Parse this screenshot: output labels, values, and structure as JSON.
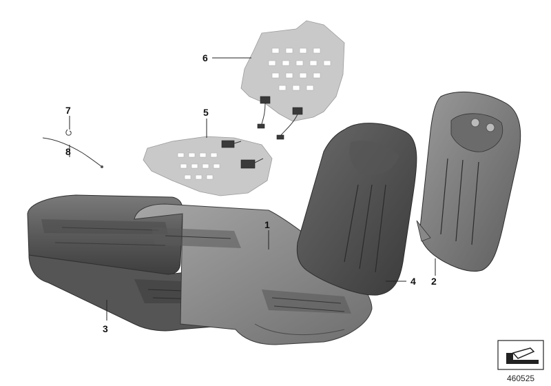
{
  "callouts": [
    {
      "id": "1",
      "label": "1"
    },
    {
      "id": "2",
      "label": "2"
    },
    {
      "id": "3",
      "label": "3"
    },
    {
      "id": "4",
      "label": "4"
    },
    {
      "id": "5",
      "label": "5"
    },
    {
      "id": "6",
      "label": "6"
    },
    {
      "id": "7",
      "label": "7"
    },
    {
      "id": "8",
      "label": "8"
    }
  ],
  "document_number": "460525",
  "colors": {
    "leather_dark": "#4a4a4a",
    "leather_mid": "#6b6b6b",
    "leather_light": "#8f8f8f",
    "heating_pad": "#c9c9c9"
  }
}
